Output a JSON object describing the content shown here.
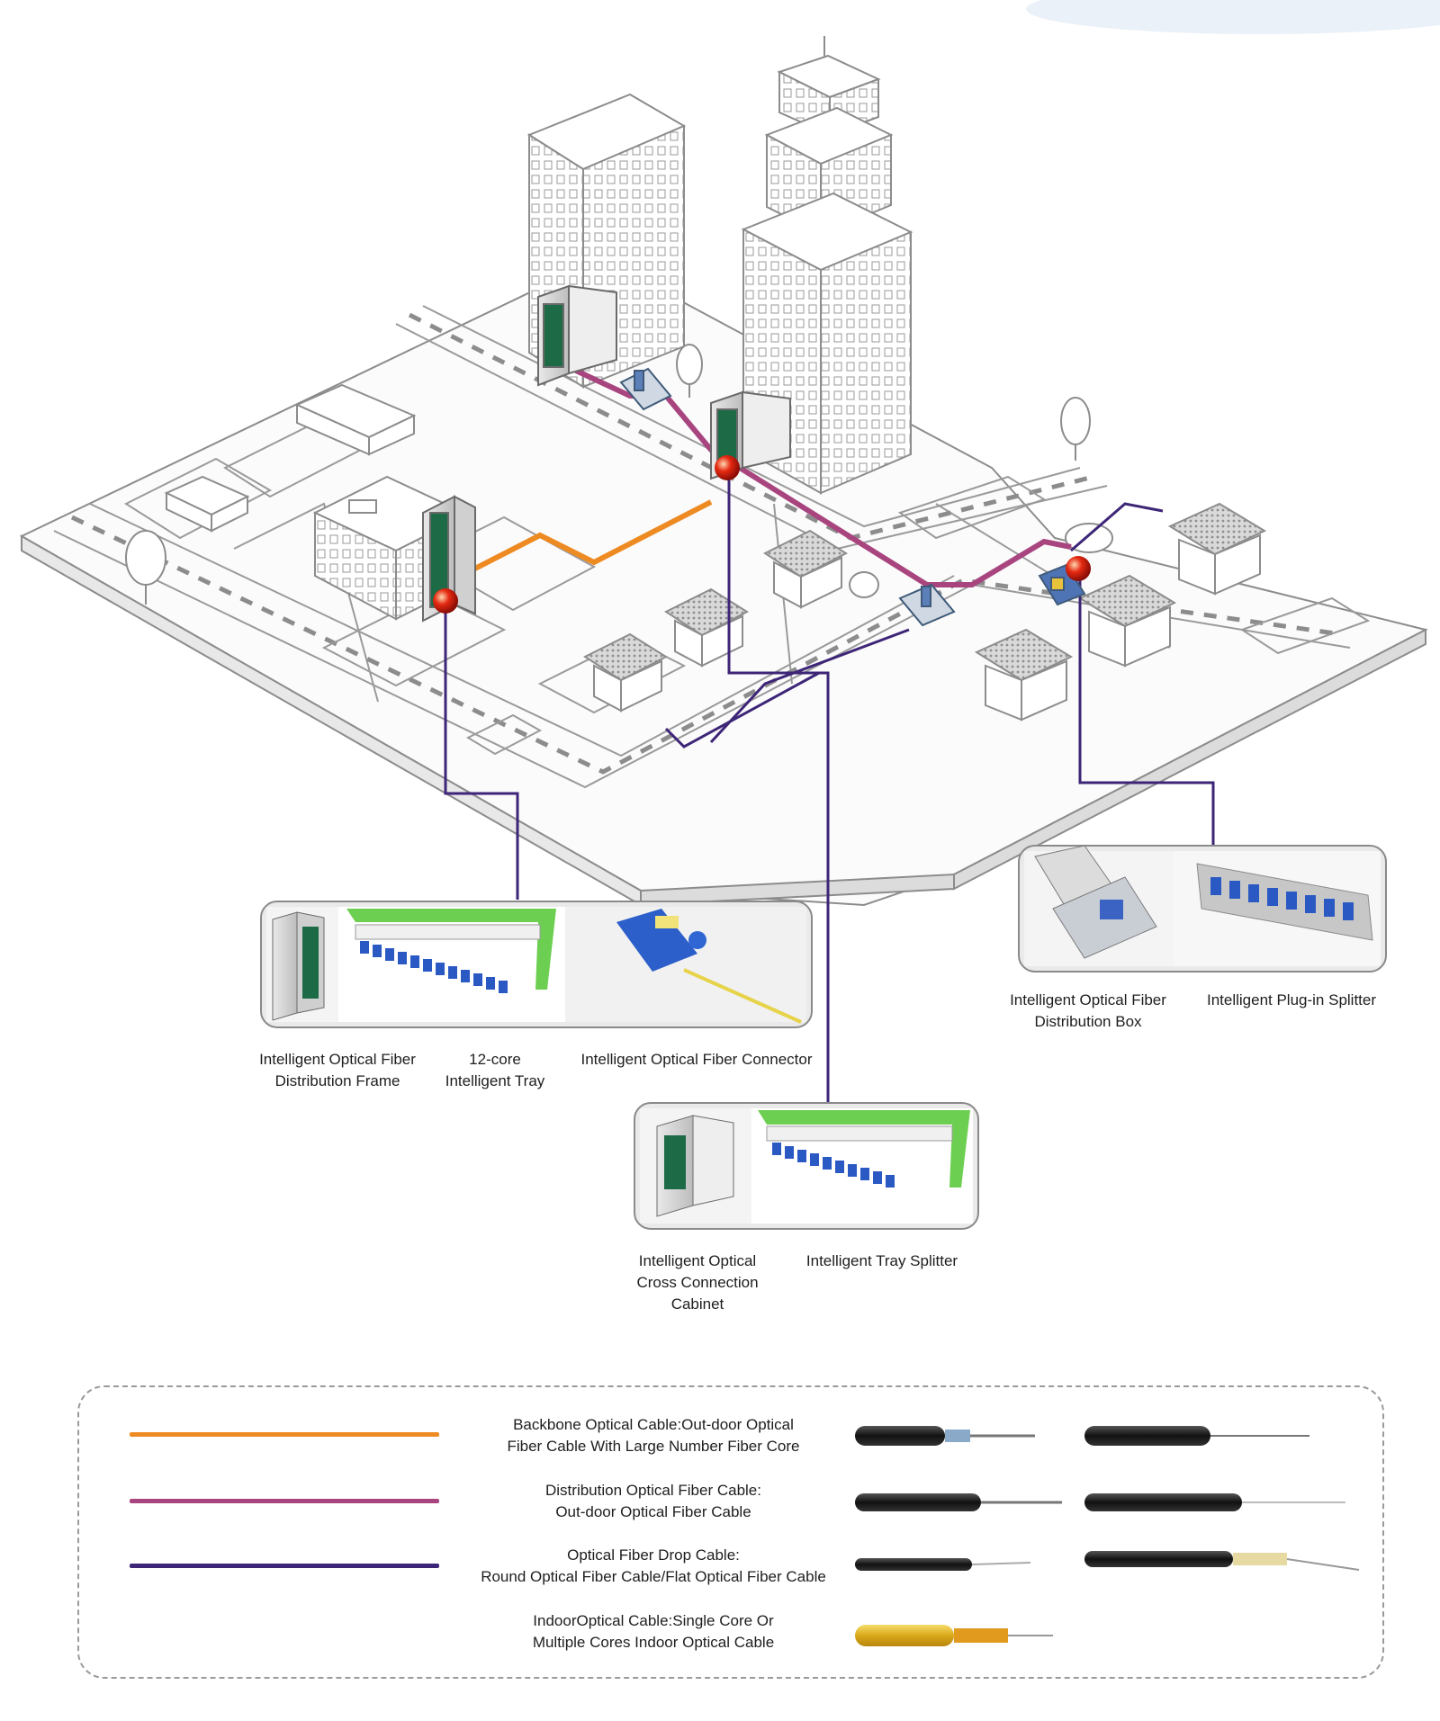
{
  "colors": {
    "backbone": "#ee8a22",
    "distribution": "#a8457f",
    "drop": "#3d2577",
    "indoor": "#e8c23a",
    "node": "#d81e12",
    "outline": "#8c8c8c"
  },
  "captions": {
    "odf_frame": "Intelligent Optical Fiber\nDistribution Frame",
    "tray_12core": "12-core\nIntelligent Tray",
    "connector": "Intelligent Optical Fiber Connector",
    "dist_box": "Intelligent Optical Fiber\nDistribution Box",
    "plugin_splitter": "Intelligent Plug-in Splitter",
    "cross_cabinet": "Intelligent Optical\nCross Connection\nCabinet",
    "tray_splitter": "Intelligent Tray Splitter"
  },
  "legend": [
    {
      "label": "Backbone Optical Cable:Out-door Optical\nFiber Cable With Large Number Fiber Core",
      "color": "#ee8a22"
    },
    {
      "label": "Distribution Optical Fiber Cable:\nOut-door Optical Fiber Cable",
      "color": "#a8457f"
    },
    {
      "label": "Optical Fiber Drop Cable:\nRound Optical Fiber Cable/Flat Optical Fiber Cable",
      "color": "#3d2577"
    },
    {
      "label": "IndoorOptical Cable:Single Core Or\nMultiple Cores Indoor Optical Cable",
      "color": ""
    }
  ]
}
